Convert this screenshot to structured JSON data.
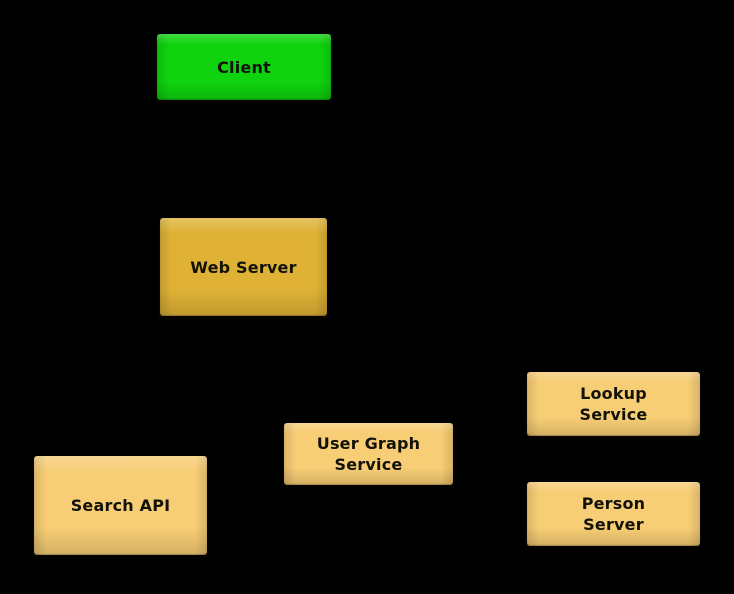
{
  "diagram": {
    "background_color": "#000000",
    "text_color": "#121208",
    "nodes": [
      {
        "id": "client",
        "label": "Client",
        "lines": [
          "Client"
        ],
        "fill": "#0ed30e"
      },
      {
        "id": "web-server",
        "label": "Web Server",
        "lines": [
          "Web Server"
        ],
        "fill": "#dfb235"
      },
      {
        "id": "search-api",
        "label": "Search API",
        "lines": [
          "Search API"
        ],
        "fill": "#f7cd75"
      },
      {
        "id": "user-graph-service",
        "label": "User Graph Service",
        "lines": [
          "User Graph",
          "Service"
        ],
        "fill": "#f7cd75"
      },
      {
        "id": "lookup-service",
        "label": "Lookup Service",
        "lines": [
          "Lookup",
          "Service"
        ],
        "fill": "#f7cd75"
      },
      {
        "id": "person-server",
        "label": "Person Server",
        "lines": [
          "Person",
          "Server"
        ],
        "fill": "#f7cd75"
      }
    ]
  }
}
